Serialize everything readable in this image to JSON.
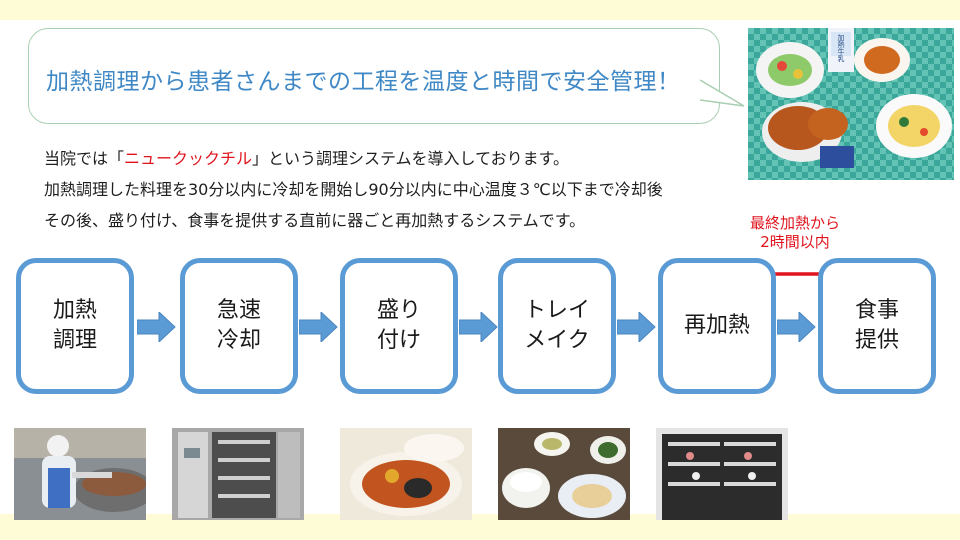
{
  "title": "加熱調理から患者さんまでの工程を温度と時間で安全管理！",
  "intro": {
    "line1_before": "当院では「",
    "line1_highlight": "ニュークックチル",
    "line1_after": "」という調理システムを導入しております。",
    "line2": "加熱調理した料理を30分以内に冷却を開始し90分以内に中心温度３℃以下まで冷却後",
    "line3": "その後、盛り付け、食事を提供する直前に器ごと再加熱するシステムです。"
  },
  "reheat_note": {
    "line1": "最終加熱から",
    "line2": "2時間以内"
  },
  "steps": [
    {
      "line1": "加熱",
      "line2": "調理"
    },
    {
      "line1": "急速",
      "line2": "冷却"
    },
    {
      "line1": "盛り",
      "line2": "付け"
    },
    {
      "line1": "トレイ",
      "line2": "メイク"
    },
    {
      "line1": "再加熱",
      "line2": ""
    },
    {
      "line1": "食事",
      "line2": "提供"
    }
  ],
  "meal_photo_carton_text": "加熱牛乳",
  "colors": {
    "title": "#3f88c5",
    "highlight": "#e0141e",
    "step_border": "#5b9bd5",
    "band": "#fefbd7"
  },
  "icons": [
    "flow-arrow-icon",
    "double-headed-red-arrow-icon"
  ]
}
